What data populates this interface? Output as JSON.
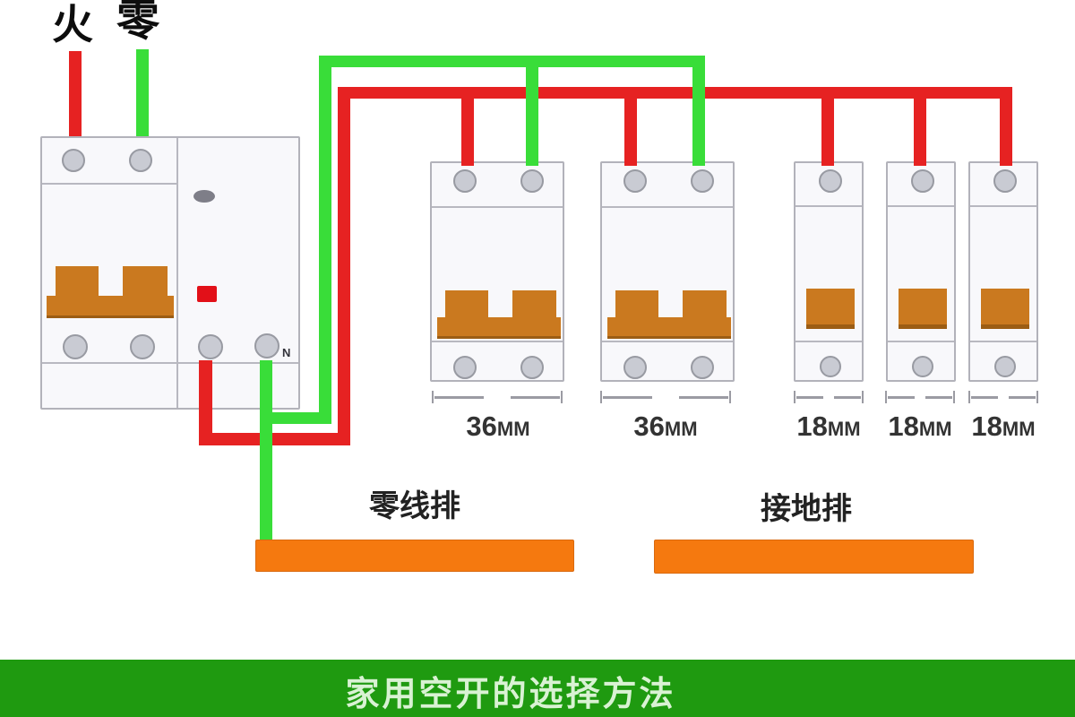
{
  "input_labels": {
    "live": "火",
    "neutral": "零"
  },
  "main_breaker": {
    "n_label": "N"
  },
  "dim_labels": [
    {
      "value": "36",
      "unit": "MM"
    },
    {
      "value": "36",
      "unit": "MM"
    },
    {
      "value": "18",
      "unit": "MM"
    },
    {
      "value": "18",
      "unit": "MM"
    },
    {
      "value": "18",
      "unit": "MM"
    }
  ],
  "busbars": {
    "neutral": "零线排",
    "ground": "接地排"
  },
  "banner": {
    "title": "家用空开的选择方法"
  },
  "colors": {
    "live-wire": "#e62222",
    "neutral-wire": "#39dd39",
    "busbar": "#f5790f",
    "handle": "#ca791f",
    "banner-bg": "#1f9a10",
    "banner-text": "#d9f2d3"
  }
}
